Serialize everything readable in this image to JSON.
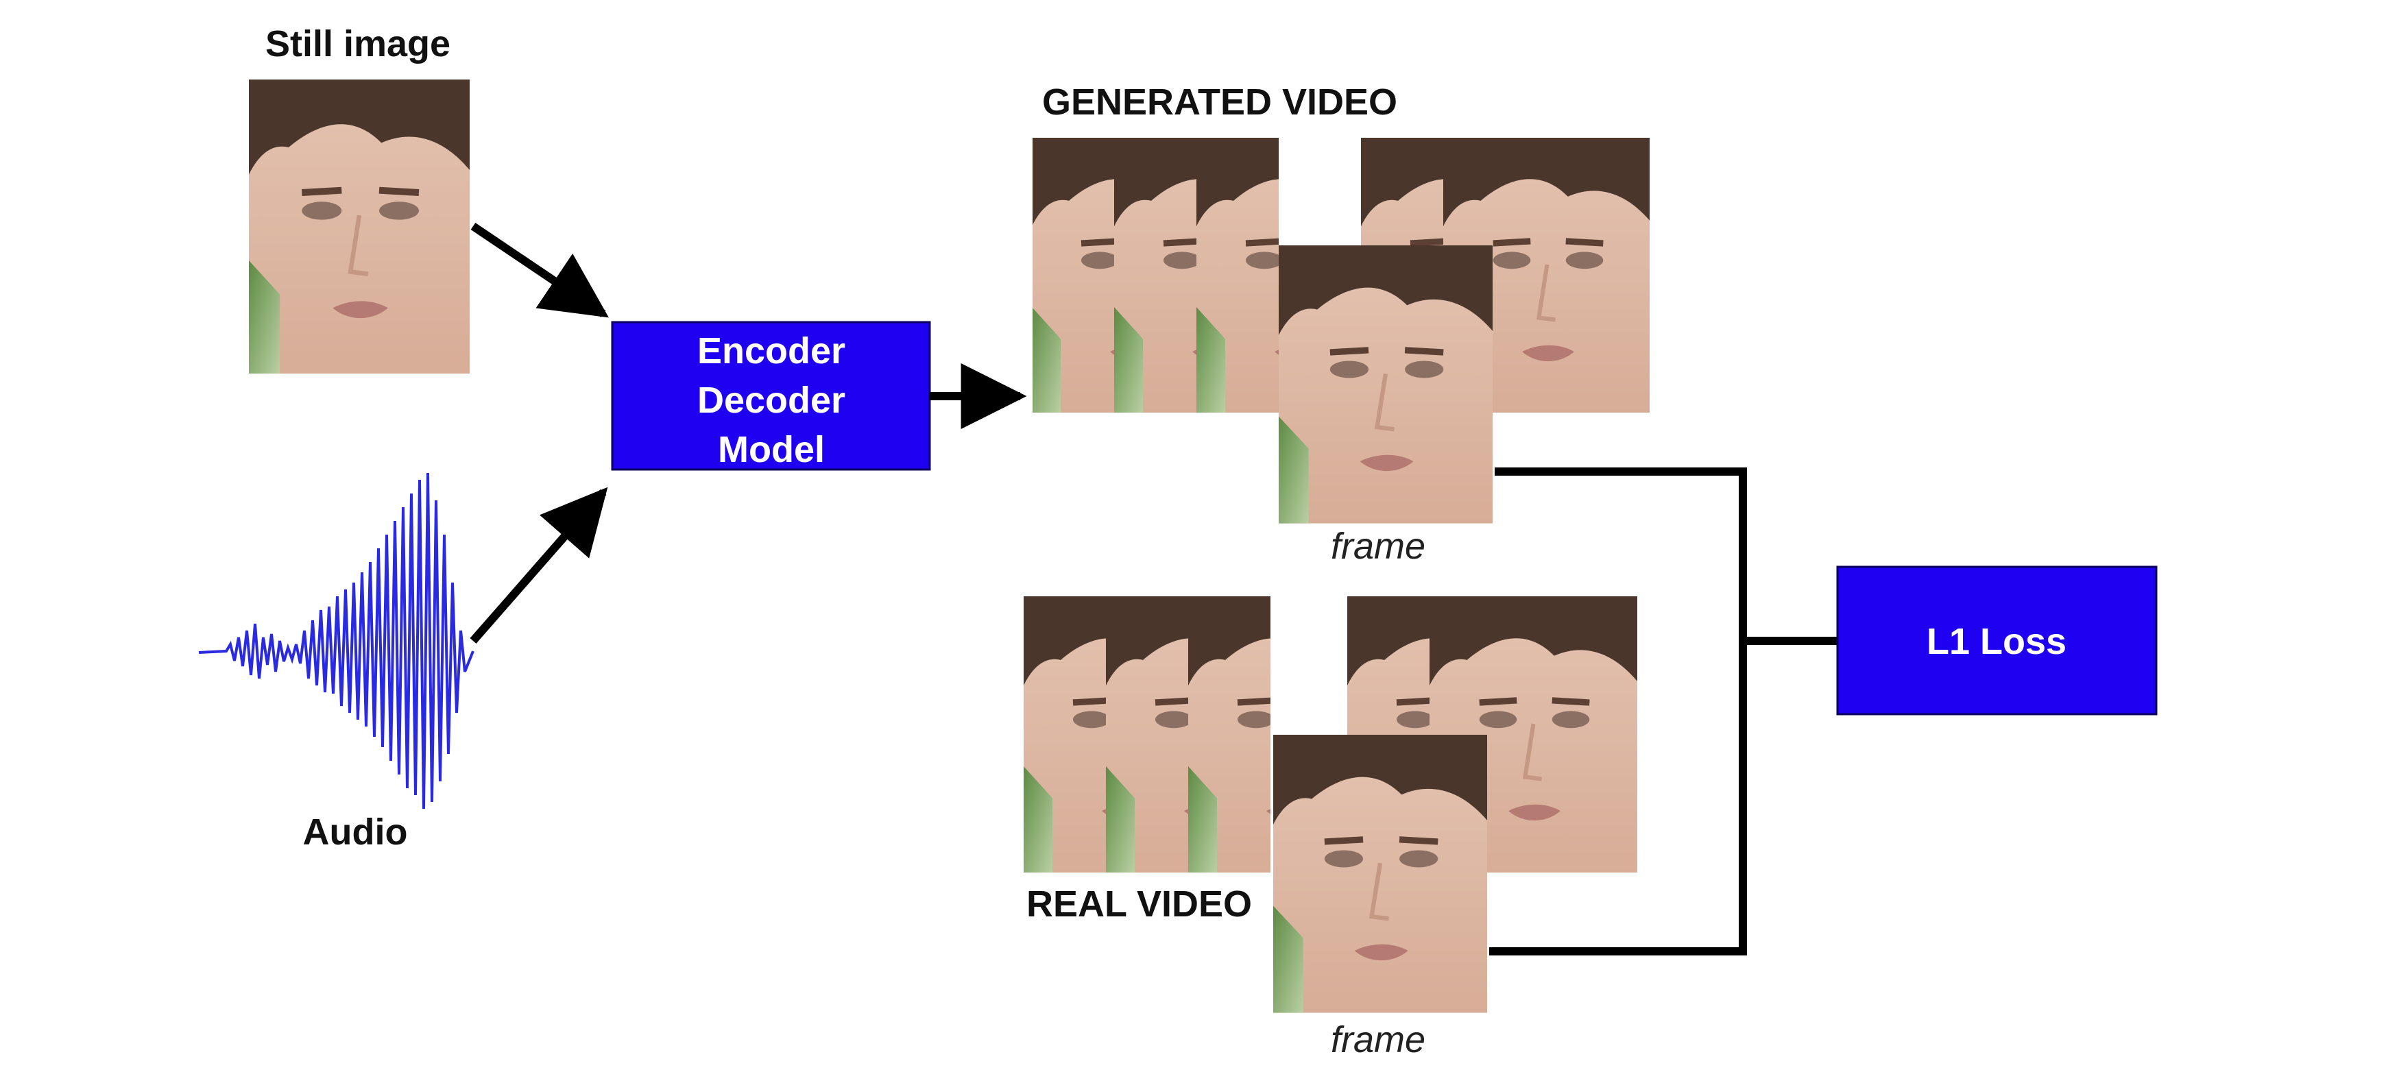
{
  "inputs": {
    "still_image_label": "Still image",
    "audio_label": "Audio"
  },
  "model": {
    "line1": "Encoder",
    "line2": "Decoder",
    "line3": "Model"
  },
  "generated": {
    "label": "GENERATED VIDEO",
    "frame_label": "frame"
  },
  "real": {
    "label": "REAL VIDEO",
    "frame_label": "frame"
  },
  "loss": {
    "label": "L1 Loss"
  },
  "colors": {
    "box_fill": "#1f00f0",
    "box_text": "#ffffff",
    "arrow": "#000000",
    "waveform": "#2a2ae0"
  },
  "icons": {
    "face": "face-photo",
    "audio": "audio-waveform-icon"
  }
}
